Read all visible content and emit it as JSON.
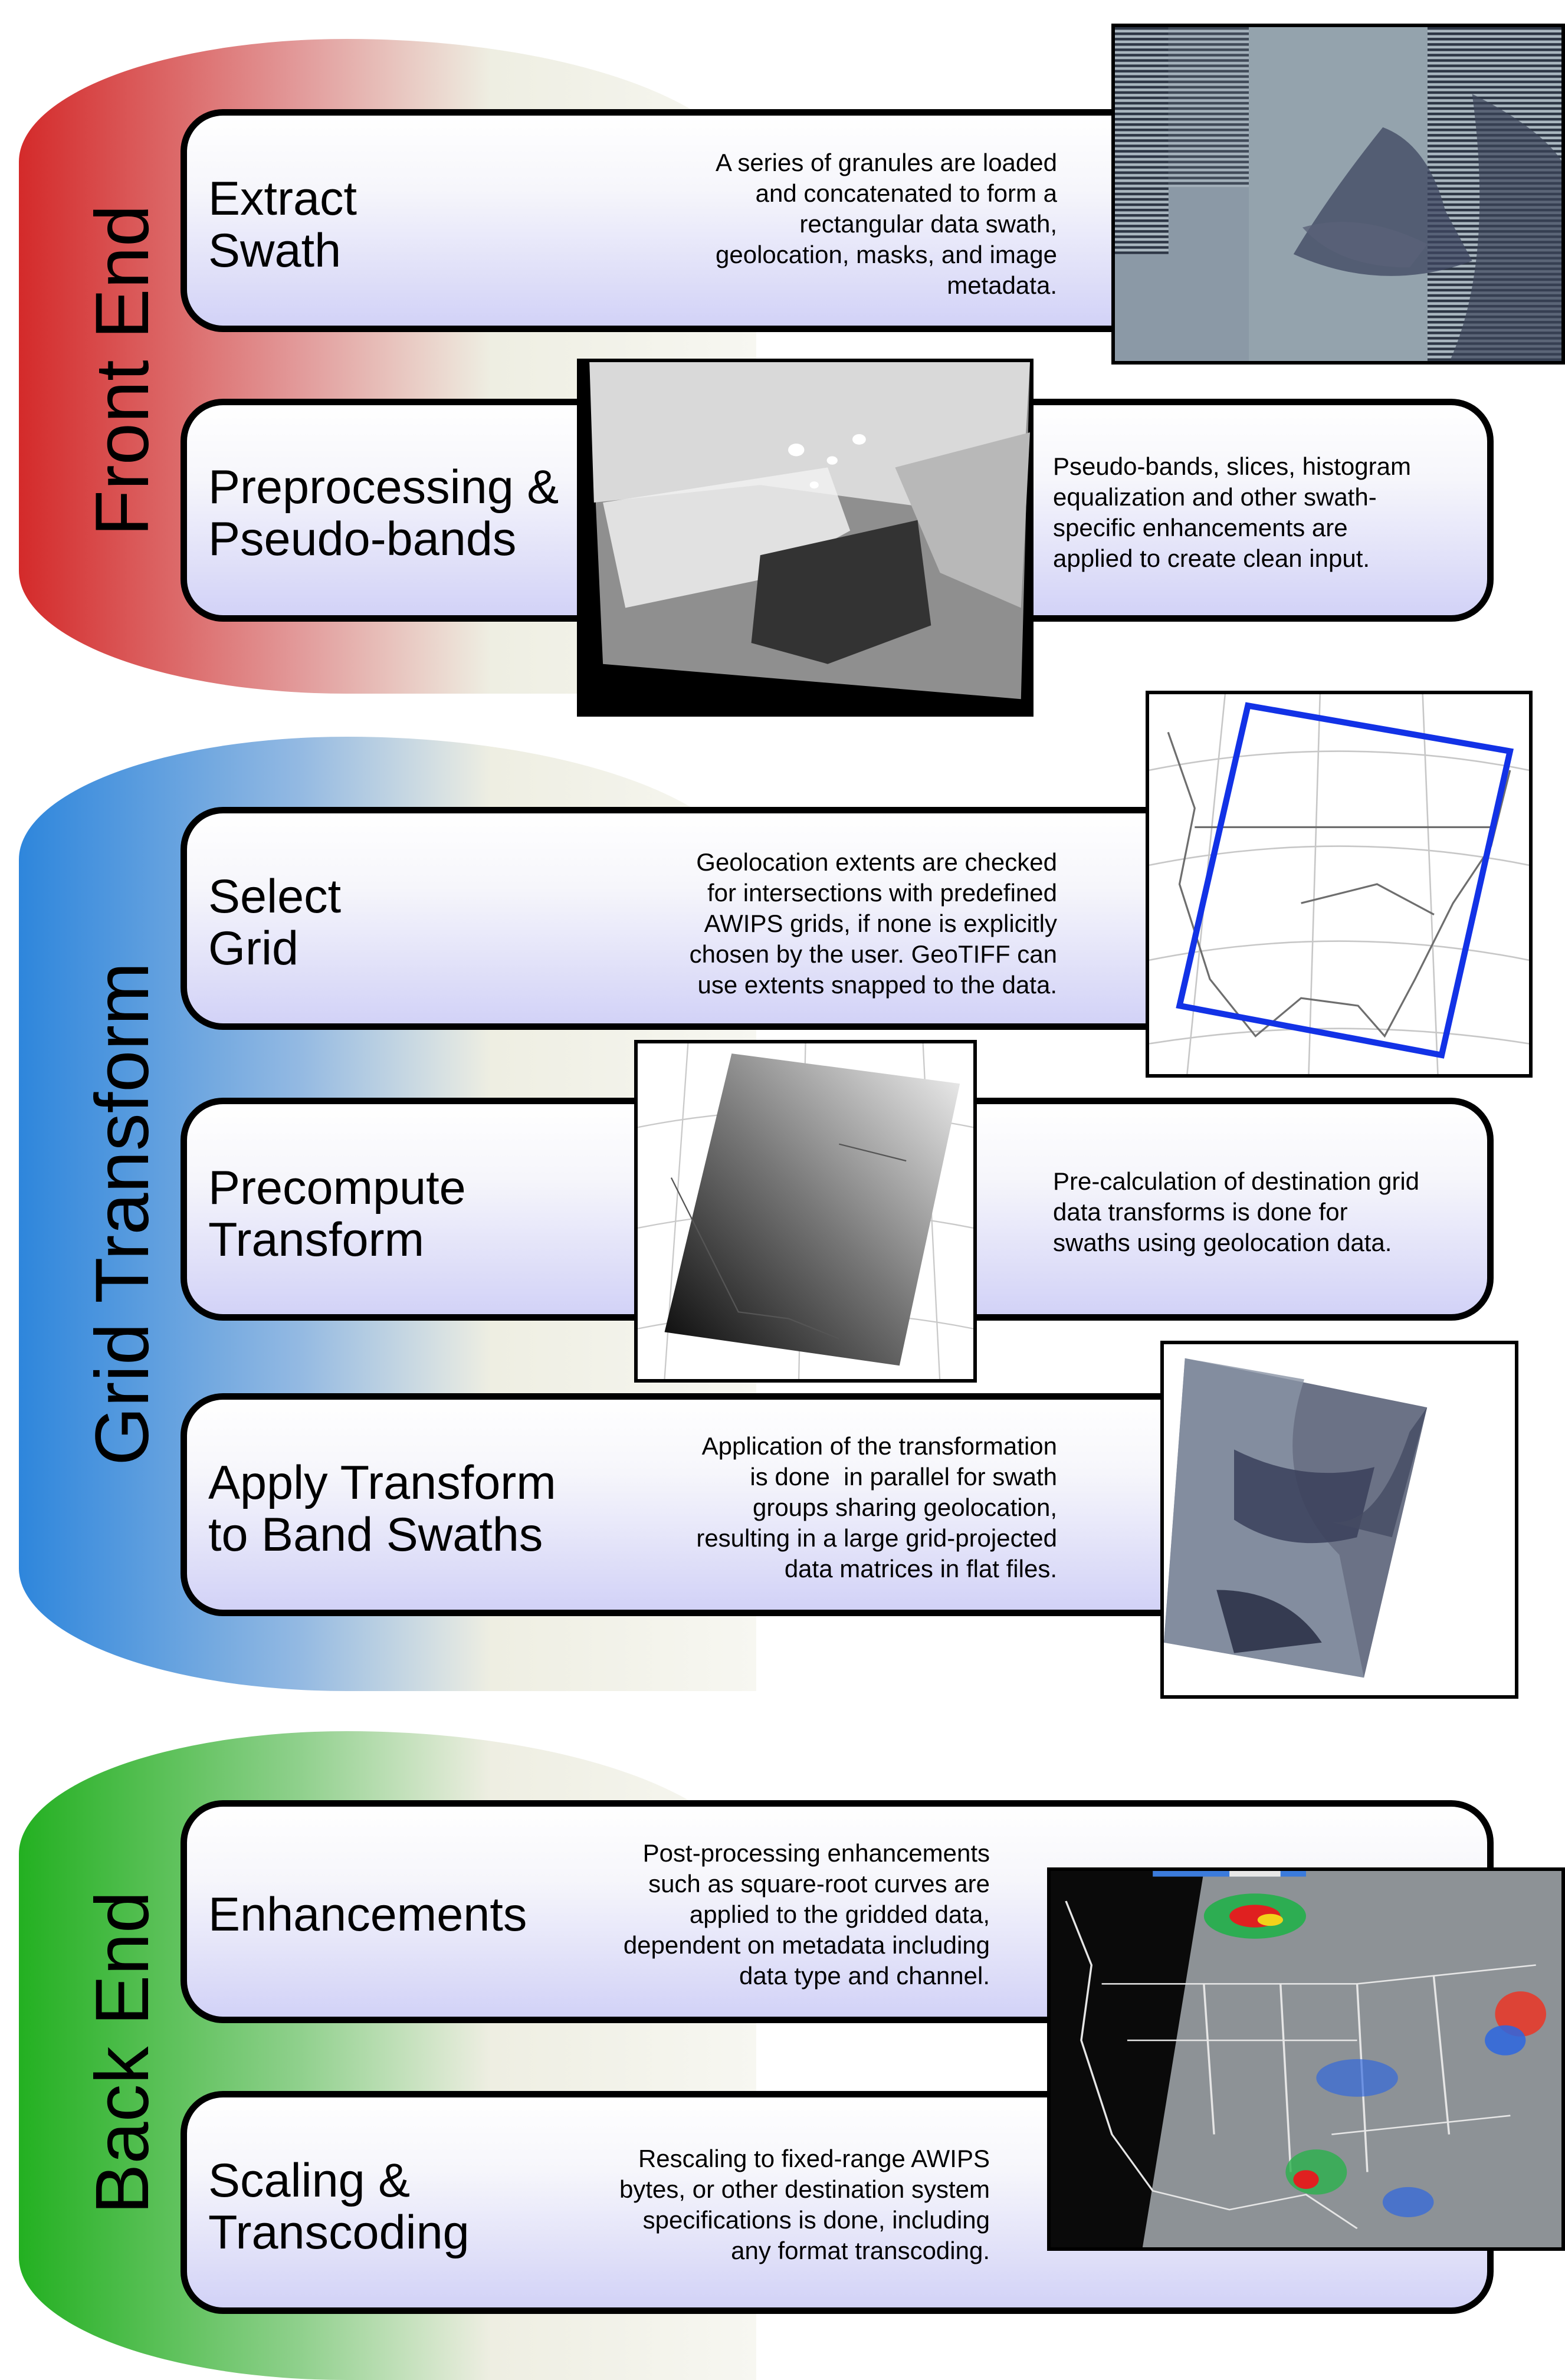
{
  "sections": {
    "front": "Front End",
    "grid": "Grid Transform",
    "back": "Back End"
  },
  "steps": [
    {
      "title": "Extract\nSwath",
      "desc": "A series of granules are loaded\nand concatenated to form a\nrectangular data swath,\ngeolocation, masks, and image\nmetadata."
    },
    {
      "title": "Preprocessing &\nPseudo-bands",
      "desc": "Pseudo-bands, slices, histogram\nequalization and other swath-\nspecific enhancements are\napplied to create clean input."
    },
    {
      "title": "Select\nGrid",
      "desc": "Geolocation extents are checked\nfor intersections with predefined\nAWIPS grids, if none is explicitly\nchosen by the user. GeoTIFF can\nuse extents snapped to the data."
    },
    {
      "title": "Precompute\nTransform",
      "desc": "Pre-calculation of destination grid\ndata transforms is done for\nswaths using geolocation data."
    },
    {
      "title": "Apply Transform\nto Band Swaths",
      "desc": "Application of the transformation\nis done  in parallel for swath\ngroups sharing geolocation,\nresulting in a large grid-projected\ndata matrices in flat files."
    },
    {
      "title": "Enhancements",
      "desc": "Post-processing enhancements\nsuch as square-root curves are\napplied to the gridded data,\ndependent on metadata including\ndata type and channel."
    },
    {
      "title": "Scaling &\nTranscoding",
      "desc": "Rescaling to fixed-range AWIPS\nbytes, or other destination system\nspecifications is done, including\nany format transcoding."
    }
  ],
  "thumbnails": {
    "t1": "granule-swath-image",
    "t2": "preprocessed-swath-image",
    "t3": "grid-selection-map",
    "t4": "precomputed-transform-map",
    "t5": "gridded-band-image",
    "t6": "enhanced-composite-map"
  }
}
